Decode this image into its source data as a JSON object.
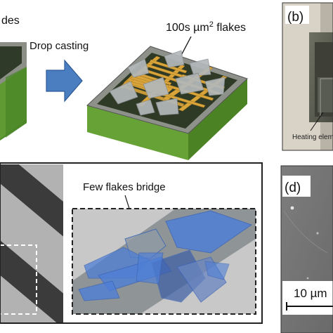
{
  "panel_a": {
    "electrodes_label_fragment": "des",
    "step_label": "Drop casting",
    "flakes_label_main": "100s µm",
    "flakes_label_sup": "2",
    "flakes_label_tail": " flakes"
  },
  "panel_b": {
    "tag": "(b)",
    "heating_label": "Heating elem"
  },
  "panel_c": {
    "bridge_label": "Few flakes bridge"
  },
  "panel_d": {
    "tag": "(d)",
    "scalebar_label": "10 µm"
  },
  "colors": {
    "substrate_green": "#5f9a33",
    "substrate_dark": "#3a3e34",
    "electrode_gold": "#d9a43a",
    "arrow_blue": "#4a7ec0",
    "flake_blue": "#4f7fd6",
    "flake_grey": "#8f9497"
  }
}
